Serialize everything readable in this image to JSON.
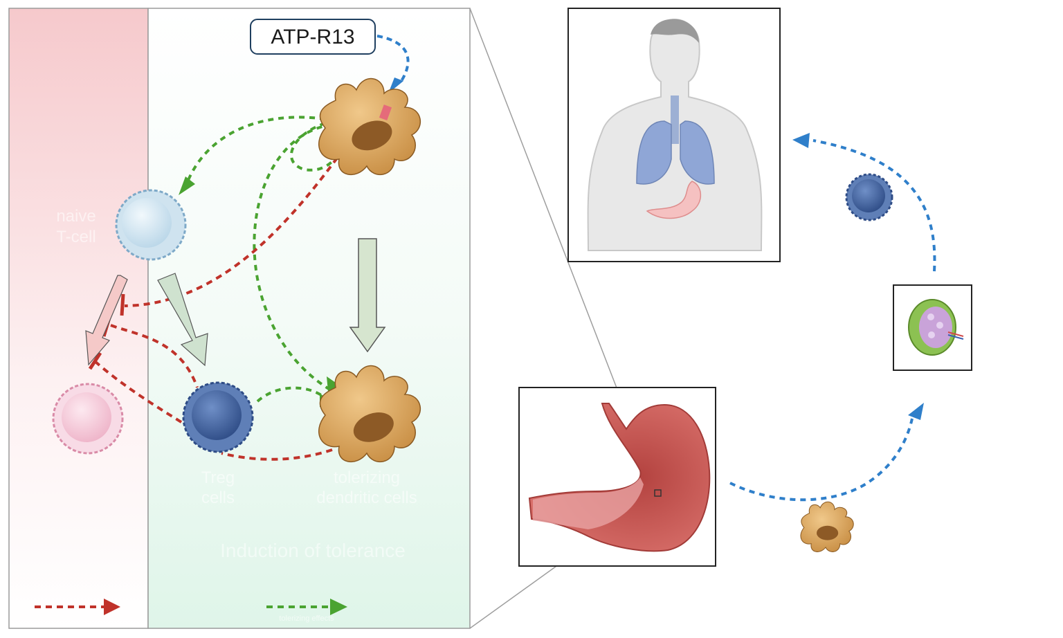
{
  "diagram": {
    "badge": {
      "label": "ATP-R13"
    },
    "cells": {
      "naive": {
        "label_line1": "naive",
        "label_line2": "T-cell"
      },
      "treg": {
        "label_line1": "Treg",
        "label_line2": "cells"
      },
      "tolerizing_dc": {
        "label_line1": "tolerizing",
        "label_line2": "dendritic cells"
      }
    },
    "panel_caption": "Induction of tolerance",
    "legend": {
      "green_label": "tolerizing effects"
    },
    "colors": {
      "red_arrow": "#c0322a",
      "green_arrow": "#4aa331",
      "blue_arrow": "#2f7fca",
      "left_panel_top": "#f6c9cc",
      "right_panel_tint": "#e3f6ec",
      "dendritic_cell": "#d9a35a",
      "treg_cell": "#3d5f9c",
      "naive_cell": "#cfe3ef",
      "effector_cell": "#f3c6d6",
      "stomach": "#c0514e"
    }
  }
}
